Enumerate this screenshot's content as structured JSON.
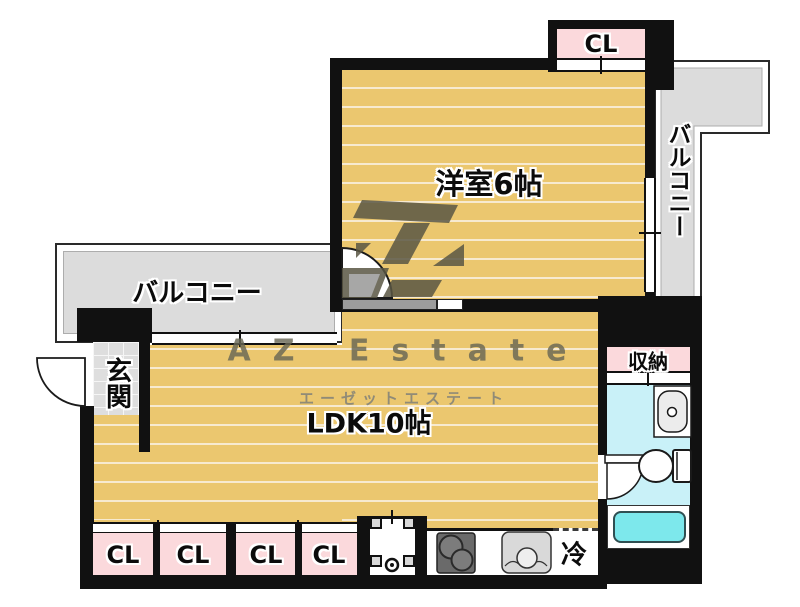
{
  "labels": {
    "western_room": "洋室6帖",
    "ldk": "LDK10帖",
    "balcony_left": "バルコニー",
    "balcony_right": "バルコニー",
    "entrance": "玄関",
    "storage": "収納",
    "closet_top": "CL",
    "closets_bottom": [
      "CL",
      "CL",
      "CL",
      "CL"
    ],
    "refrigerator": "冷"
  },
  "watermark": {
    "brand": "AZ Estate",
    "brand_kana": "エーゼットエステート"
  },
  "colors": {
    "floor_tan": "#ebc76f",
    "floor_stripe": "#f7ead0",
    "closet_pink": "#fbd9dc",
    "balcony_gray": "#dcdcdc",
    "bathroom_cyan": "#c9f1f8",
    "bathtub_cyan": "#7de8ec",
    "wall_black": "#111111",
    "watermark_gray": "#686654"
  }
}
